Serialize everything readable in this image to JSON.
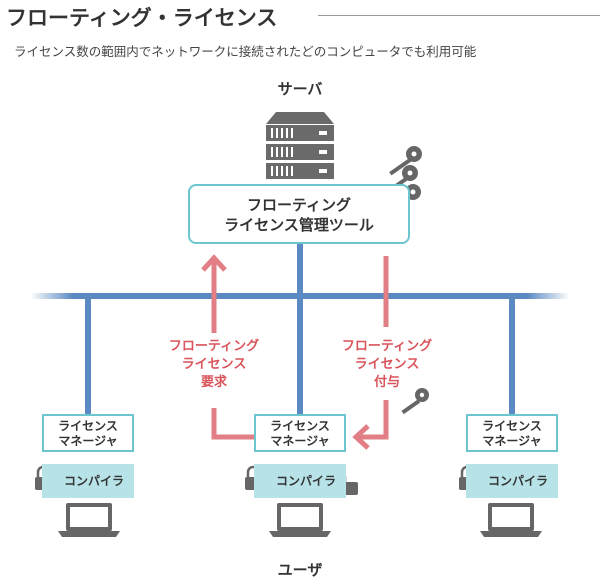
{
  "header": {
    "title": "フローティング・ライセンス",
    "subtitle": "ライセンス数の範囲内でネットワークに接続されたどのコンピュータでも利用可能"
  },
  "server": {
    "label": "サーバ",
    "tool_line1": "フローティング",
    "tool_line2": "ライセンス管理ツール"
  },
  "flows": {
    "request": [
      "フローティング",
      "ライセンス",
      "要求"
    ],
    "grant": [
      "フローティング",
      "ライセンス",
      "付与"
    ]
  },
  "clients": [
    {
      "manager_line1": "ライセンス",
      "manager_line2": "マネージャ",
      "compiler": "コンパイラ"
    },
    {
      "manager_line1": "ライセンス",
      "manager_line2": "マネージャ",
      "compiler": "コンパイラ"
    },
    {
      "manager_line1": "ライセンス",
      "manager_line2": "マネージャ",
      "compiler": "コンパイラ"
    }
  ],
  "users": {
    "label": "ユーザ"
  },
  "colors": {
    "teal": "#6cc6cf",
    "network": "#5b89c2",
    "arrow": "#e27f86",
    "text_red": "#d9545b",
    "gray": "#555555"
  },
  "icons": [
    "server-icon",
    "key-icon",
    "lock-icon",
    "laptop-icon"
  ]
}
